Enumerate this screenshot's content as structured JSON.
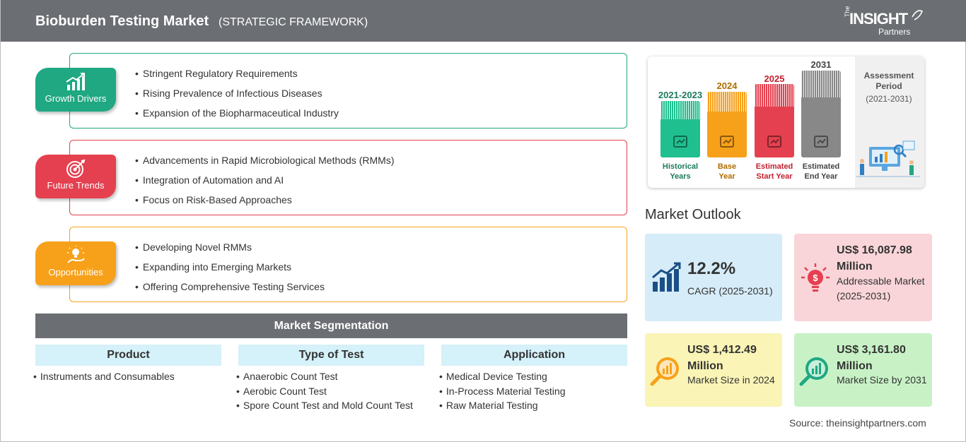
{
  "header": {
    "title": "Bioburden Testing Market",
    "subtitle": "(STRATEGIC FRAMEWORK)",
    "logo": {
      "the": "The",
      "main": "INSIGHT",
      "sub": "Partners"
    }
  },
  "framework": [
    {
      "label": "Growth Drivers",
      "icon": "growth-chart-icon",
      "color": "#1fa882",
      "items": [
        "Stringent Regulatory Requirements",
        "Rising Prevalence of Infectious Diseases",
        "Expansion of the Biopharmaceutical Industry"
      ]
    },
    {
      "label": "Future Trends",
      "icon": "target-icon",
      "color": "#e5404f",
      "items": [
        "Advancements in Rapid Microbiological Methods (RMMs)",
        "Integration of Automation and AI",
        "Focus on Risk-Based Approaches"
      ]
    },
    {
      "label": "Opportunities",
      "icon": "lightbulb-hand-icon",
      "color": "#f7a11a",
      "items": [
        "Developing Novel RMMs",
        "Expanding into Emerging Markets",
        "Offering Comprehensive Testing Services"
      ]
    }
  ],
  "segmentation": {
    "title": "Market Segmentation",
    "columns": [
      {
        "head": "Product",
        "items": [
          "Instruments and Consumables"
        ]
      },
      {
        "head": "Type of Test",
        "items": [
          "Anaerobic Count Test",
          "Aerobic Count Test",
          "Spore Count Test and Mold Count Test"
        ]
      },
      {
        "head": "Application",
        "items": [
          "Medical Device Testing",
          "In-Process Material Testing",
          "Raw Material Testing"
        ]
      }
    ]
  },
  "timeline": {
    "bars": [
      {
        "year": "2021-2023",
        "line1": "Historical",
        "line2": "Years",
        "color": "#1fbf8f",
        "text_color": "#1a7a5e",
        "icon": "history-icon"
      },
      {
        "year": "2024",
        "line1": "Base",
        "line2": "Year",
        "color": "#f7a11a",
        "text_color": "#b06d00",
        "icon": "calendar-icon"
      },
      {
        "year": "2025",
        "line1": "Estimated",
        "line2": "Start Year",
        "color": "#e5404f",
        "text_color": "#c2202f",
        "icon": "presentation-icon"
      },
      {
        "year": "2031",
        "line1": "Estimated",
        "line2": "End Year",
        "color": "#888888",
        "text_color": "#444444",
        "icon": "monitor-chart-icon"
      }
    ],
    "assessment_title": "Assessment Period",
    "assessment_range": "(2021-2031)"
  },
  "outlook": {
    "title": "Market Outlook",
    "cagr": {
      "value": "12.2%",
      "label": "CAGR (2025-2031)"
    },
    "addressable": {
      "value": "US$ 16,087.98 Million",
      "label": "Addressable Market (2025-2031)"
    },
    "size_2024": {
      "value": "US$ 1,412.49 Million",
      "label": "Market Size in 2024"
    },
    "size_2031": {
      "value": "US$ 3,161.80 Million",
      "label": "Market Size by 2031"
    }
  },
  "source": "Source: theinsightpartners.com"
}
